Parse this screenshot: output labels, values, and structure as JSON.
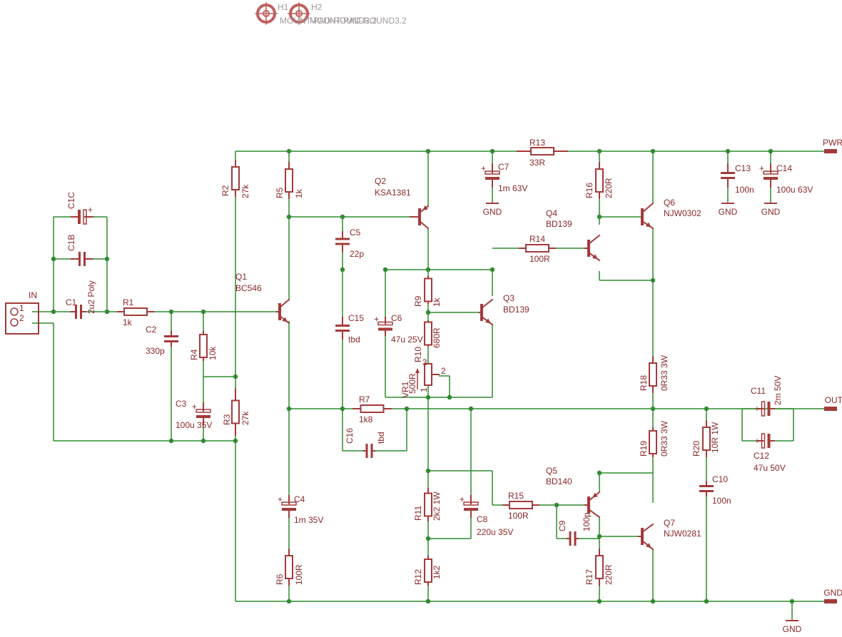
{
  "colors": {
    "wire": "#2e8b2e",
    "part": "#a33a3a",
    "text": "#8a2828",
    "hole": "#c06060",
    "hole_text": "#a09a9a",
    "background": "#ffffff"
  },
  "holes": [
    {
      "name": "H1",
      "value": "MOUNT-PAD-ROUND3.2"
    },
    {
      "name": "H2",
      "value": "MOUNT-PAD-ROUND3.2"
    }
  ],
  "connector": {
    "name": "IN",
    "pins": [
      "1",
      "2"
    ]
  },
  "ports": [
    {
      "id": "pwr",
      "label": "PWR"
    },
    {
      "id": "out",
      "label": "OUT"
    },
    {
      "id": "gnd",
      "label": "GND"
    }
  ],
  "ground_symbols": [
    {
      "id": "gnd-c7",
      "label": "GND"
    },
    {
      "id": "gnd-c13",
      "label": "GND"
    },
    {
      "id": "gnd-c14",
      "label": "GND"
    },
    {
      "id": "gnd-main",
      "label": "GND"
    }
  ],
  "resistors": [
    {
      "id": "R1",
      "name": "R1",
      "value": "1k"
    },
    {
      "id": "R2",
      "name": "R2",
      "value": "27k"
    },
    {
      "id": "R3",
      "name": "R3",
      "value": "27k"
    },
    {
      "id": "R4",
      "name": "R4",
      "value": "10k"
    },
    {
      "id": "R5",
      "name": "R5",
      "value": "1k"
    },
    {
      "id": "R6",
      "name": "R6",
      "value": "100R"
    },
    {
      "id": "R7",
      "name": "R7",
      "value": "1k8"
    },
    {
      "id": "R9",
      "name": "R9",
      "value": "1k"
    },
    {
      "id": "R10",
      "name": "R10",
      "value": "680R"
    },
    {
      "id": "R11",
      "name": "R11",
      "value": "2k2 1W"
    },
    {
      "id": "R12",
      "name": "R12",
      "value": "1k2"
    },
    {
      "id": "R13",
      "name": "R13",
      "value": "33R"
    },
    {
      "id": "R14",
      "name": "R14",
      "value": "100R"
    },
    {
      "id": "R15",
      "name": "R15",
      "value": "100R"
    },
    {
      "id": "R16",
      "name": "R16",
      "value": "220R"
    },
    {
      "id": "R17",
      "name": "R17",
      "value": "220R"
    },
    {
      "id": "R18",
      "name": "R18",
      "value": "0R33 3W"
    },
    {
      "id": "R19",
      "name": "R19",
      "value": "0R33 3W"
    },
    {
      "id": "R20",
      "name": "R20",
      "value": "10R 1W"
    }
  ],
  "capacitors": [
    {
      "id": "C1",
      "name": "C1",
      "value": "2u2 Poly"
    },
    {
      "id": "C1B",
      "name": "C1B",
      "value": ""
    },
    {
      "id": "C1C",
      "name": "C1C",
      "value": ""
    },
    {
      "id": "C2",
      "name": "C2",
      "value": "330p"
    },
    {
      "id": "C3",
      "name": "C3",
      "value": "100u 35V"
    },
    {
      "id": "C4",
      "name": "C4",
      "value": "1m 35V"
    },
    {
      "id": "C5",
      "name": "C5",
      "value": "22p"
    },
    {
      "id": "C6",
      "name": "C6",
      "value": "47u 25V"
    },
    {
      "id": "C7",
      "name": "C7",
      "value": "1m 63V"
    },
    {
      "id": "C8",
      "name": "C8",
      "value": "220u 35V"
    },
    {
      "id": "C9",
      "name": "C9",
      "value": "100p"
    },
    {
      "id": "C10",
      "name": "C10",
      "value": "100n"
    },
    {
      "id": "C11",
      "name": "C11",
      "value": "2m 50V"
    },
    {
      "id": "C12",
      "name": "C12",
      "value": "47u 50V"
    },
    {
      "id": "C13",
      "name": "C13",
      "value": "100n"
    },
    {
      "id": "C14",
      "name": "C14",
      "value": "100u 63V"
    },
    {
      "id": "C15",
      "name": "C15",
      "value": "tbd"
    },
    {
      "id": "C16",
      "name": "C16",
      "value": "tbd"
    }
  ],
  "transistors": [
    {
      "id": "Q1",
      "name": "Q1",
      "value": "BC546"
    },
    {
      "id": "Q2",
      "name": "Q2",
      "value": "KSA1381"
    },
    {
      "id": "Q3",
      "name": "Q3",
      "value": "BD139"
    },
    {
      "id": "Q4",
      "name": "Q4",
      "value": "BD139"
    },
    {
      "id": "Q5",
      "name": "Q5",
      "value": "BD140"
    },
    {
      "id": "Q6",
      "name": "Q6",
      "value": "NJW0302"
    },
    {
      "id": "Q7",
      "name": "Q7",
      "value": "NJW0281"
    }
  ],
  "trimmer": {
    "name": "VR1",
    "value": "500R",
    "pins": [
      "1",
      "2",
      "3"
    ]
  }
}
